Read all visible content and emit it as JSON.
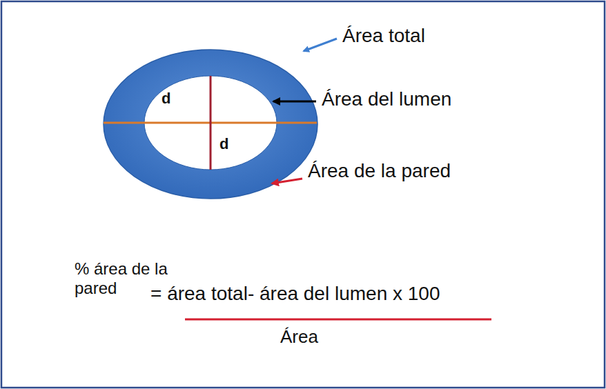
{
  "diagram": {
    "labels": [
      "Área total",
      "Área del lumen",
      "Área de la pared",
      "d",
      "d",
      "% área de la pared",
      "= área total- área del lumen x 100",
      "Área"
    ]
  }
}
